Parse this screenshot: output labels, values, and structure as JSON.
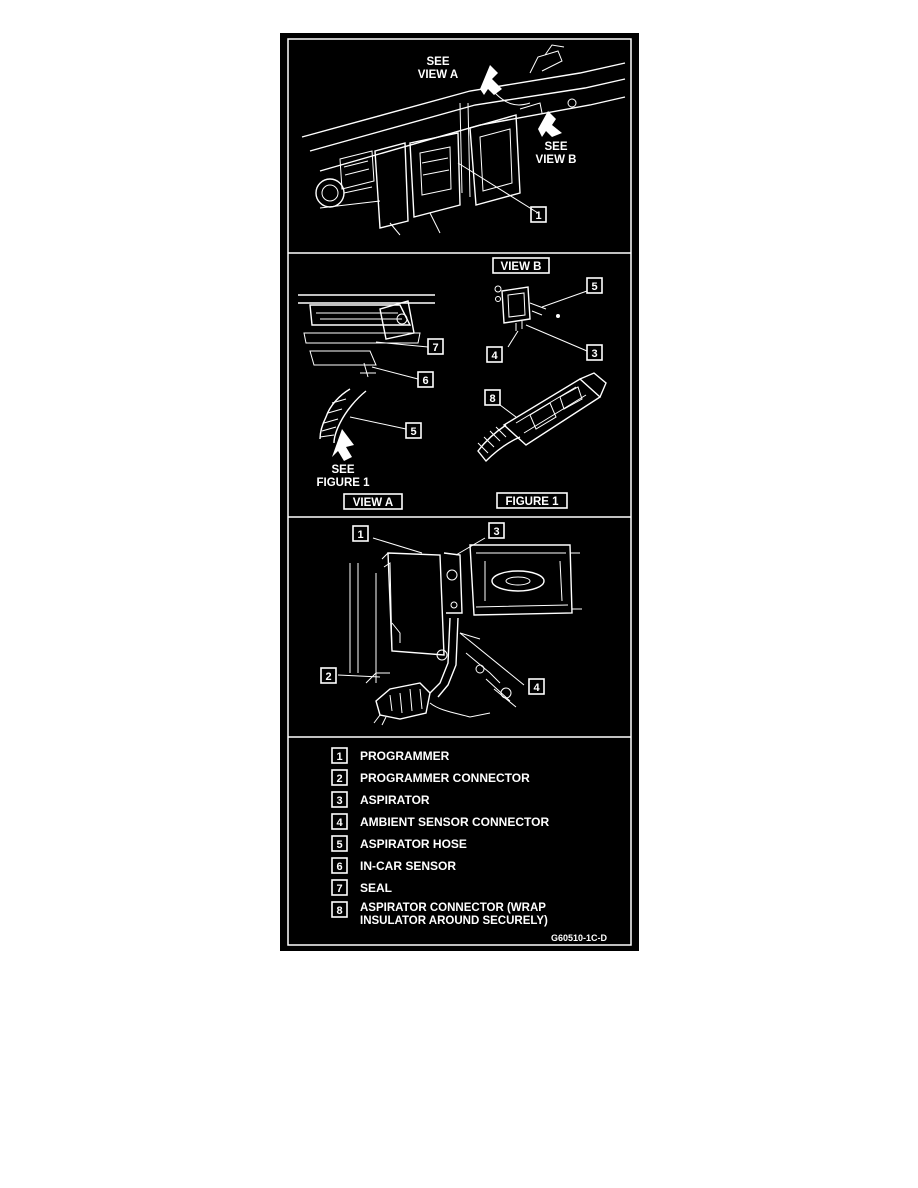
{
  "callouts": {
    "see_view_a": [
      "SEE",
      "VIEW A"
    ],
    "see_view_b": [
      "SEE",
      "VIEW B"
    ],
    "see_figure_1": [
      "SEE",
      "FIGURE 1"
    ]
  },
  "panel_titles": {
    "view_a": "VIEW A",
    "view_b": "VIEW B",
    "figure_1": "FIGURE 1"
  },
  "legend": [
    {
      "num": "1",
      "text": [
        "PROGRAMMER"
      ]
    },
    {
      "num": "2",
      "text": [
        "PROGRAMMER CONNECTOR"
      ]
    },
    {
      "num": "3",
      "text": [
        "ASPIRATOR"
      ]
    },
    {
      "num": "4",
      "text": [
        "AMBIENT SENSOR CONNECTOR"
      ]
    },
    {
      "num": "5",
      "text": [
        "ASPIRATOR HOSE"
      ]
    },
    {
      "num": "6",
      "text": [
        "IN-CAR SENSOR"
      ]
    },
    {
      "num": "7",
      "text": [
        "SEAL"
      ]
    },
    {
      "num": "8",
      "text": [
        "ASPIRATOR CONNECTOR (WRAP",
        "INSULATOR AROUND SECURELY)"
      ]
    }
  ],
  "figure_code": "G60510-1C-D",
  "colors": {
    "background": "#000000",
    "line": "#ffffff",
    "page": "#ffffff"
  }
}
